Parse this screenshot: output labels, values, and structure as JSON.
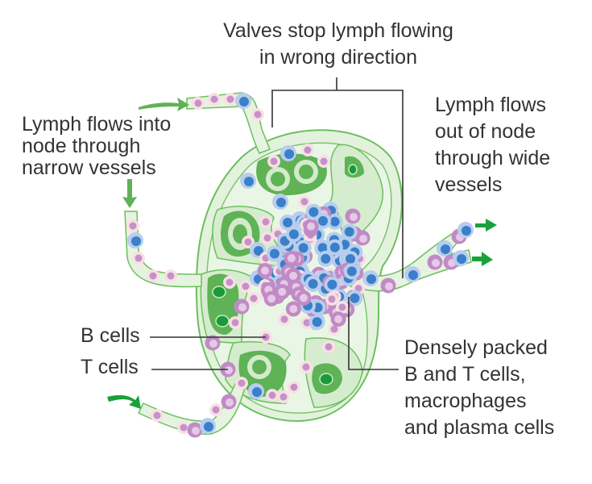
{
  "title": "Lymph node structure diagram",
  "labels": {
    "valves": [
      "Valves stop lymph flowing",
      "in wrong direction"
    ],
    "inflow": [
      "Lymph flows into",
      "node through",
      "narrow vessels"
    ],
    "outflow": [
      "Lymph flows",
      "out of node",
      "through wide",
      "vessels"
    ],
    "b_cells": "B cells",
    "t_cells": "T cells",
    "dense": [
      "Densely packed",
      "B and T cells,",
      "macrophages",
      "and plasma cells"
    ]
  },
  "colors": {
    "node_fill": "#e3f2dd",
    "node_stroke": "#6cbf5f",
    "follicle": "#5fb256",
    "follicle_inner": "#d3ebcb",
    "vessel": "#e6f3e0",
    "arrow": "#3aaa4a",
    "t_cell_outer": "#f8e0e4",
    "t_cell_inner": "#c592c8",
    "b_cell_outer": "#b8cdee",
    "b_cell_inner": "#3a7fc9",
    "plasma_outer": "#c08bc4",
    "plasma_inner": "#e6c8e8",
    "leader": "#333333"
  }
}
